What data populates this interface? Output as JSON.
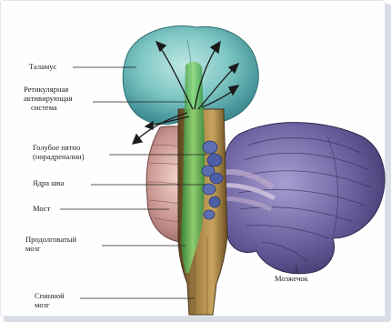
{
  "diagram": {
    "labels": {
      "thalamus": "Таламус",
      "reticular_line1": "Ретикулярная",
      "reticular_line2": "активирующая",
      "reticular_line3": "система",
      "locus_line1": "Голубое пятно",
      "locus_line2": "(норадреналин)",
      "raphe": "Ядра шва",
      "pons": "Мост",
      "medulla_line1": "Продолговатый",
      "medulla_line2": "мозг",
      "spinal_line1": "Спинной",
      "spinal_line2": "мозг",
      "cerebellum": "Мозжечок"
    },
    "colors": {
      "thalamus": "#7fc7c4",
      "reticular": "#4fb35a",
      "pons": "#c8948e",
      "cerebellum": "#6a5f9e",
      "stem": "#9c7a3c",
      "frame": "#d9dde6"
    }
  }
}
